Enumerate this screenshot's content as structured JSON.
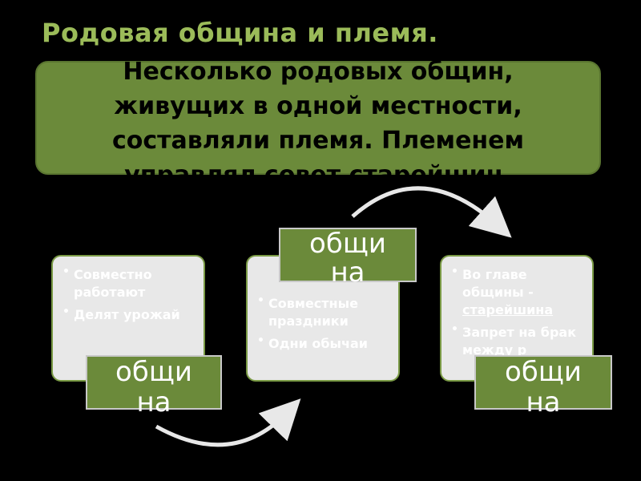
{
  "title": "Родовая община и племя.",
  "banner": {
    "line1": "Несколько родовых общин,",
    "line2": "живущих в одной местности,",
    "line3": "составляли  племя. Племенем",
    "line4_start": "управлял ",
    "line4_underlined": "совет старейшин",
    "line4_end": "."
  },
  "cards": [
    {
      "items": [
        "Совместно работают",
        "Делят урожай"
      ]
    },
    {
      "items": [
        "Совместные праздники",
        "Одни обычаи"
      ]
    },
    {
      "item1_start": "Во главе общины - ",
      "item1_underlined": "старейшина",
      "item2": "Запрет на брак между р"
    }
  ],
  "labels": {
    "left_line1": "общи",
    "left_line2": "на",
    "center_line1": "общи",
    "center_line2": "на",
    "right_line1": "общи",
    "right_line2": "на"
  },
  "colors": {
    "title": "#9bbb59",
    "banner": "#6b8a3a",
    "card_bg": "#e8e8e8",
    "card_border": "#7a9a45"
  }
}
